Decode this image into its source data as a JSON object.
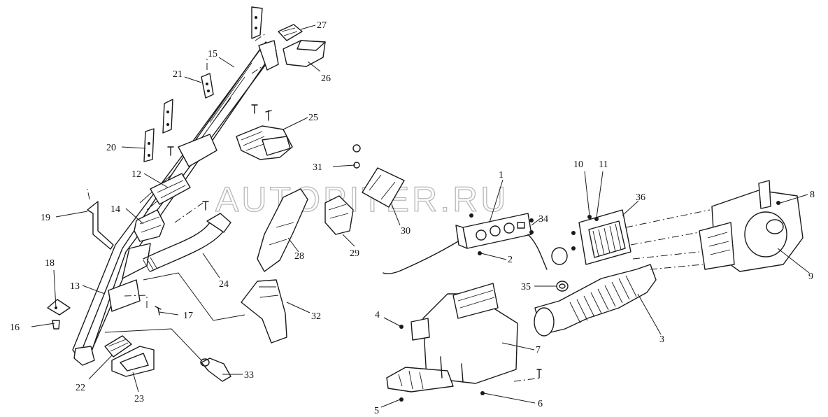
{
  "watermark": "AUTOPITER.RU",
  "callouts": {
    "c1": "1",
    "c2": "2",
    "c3": "3",
    "c4": "4",
    "c5": "5",
    "c6": "6",
    "c7": "7",
    "c8": "8",
    "c9": "9",
    "c10": "10",
    "c11": "11",
    "c12": "12",
    "c13": "13",
    "c14": "14",
    "c15": "15",
    "c16": "16",
    "c17": "17",
    "c18": "18",
    "c19": "19",
    "c20": "20",
    "c21": "21",
    "c22": "22",
    "c23": "23",
    "c24": "24",
    "c25": "25",
    "c26": "26",
    "c27": "27",
    "c28": "28",
    "c29": "29",
    "c30": "30",
    "c31": "31",
    "c32": "32",
    "c33": "33",
    "c34": "34",
    "c35": "35",
    "c36": "36"
  }
}
